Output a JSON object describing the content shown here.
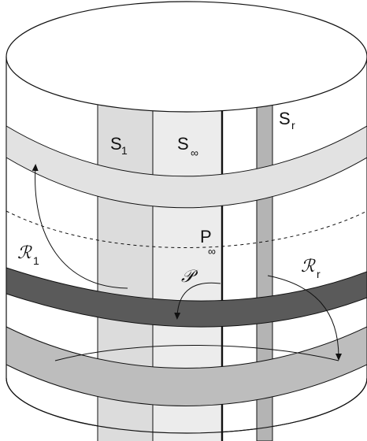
{
  "labels": {
    "s1": {
      "main": "S",
      "sub": "1"
    },
    "sinf": {
      "main": "S",
      "sub": "∞"
    },
    "sr": {
      "main": "S",
      "sub": "r"
    },
    "pinf": {
      "main": "P",
      "sub": "∞"
    },
    "r1": {
      "main": "ℛ",
      "sub": "1"
    },
    "rr": {
      "main": "ℛ",
      "sub": "r"
    },
    "p": {
      "main": "𝒫"
    }
  },
  "colors": {
    "outline": "#111111",
    "strip_s1": "#dcdcdc",
    "strip_sinf": "#ececec",
    "strip_sr": "#b4b4b4",
    "band_top": "#e2e2e2",
    "band_middle": "#5a5a5a",
    "band_bottom": "#bdbdbd"
  }
}
